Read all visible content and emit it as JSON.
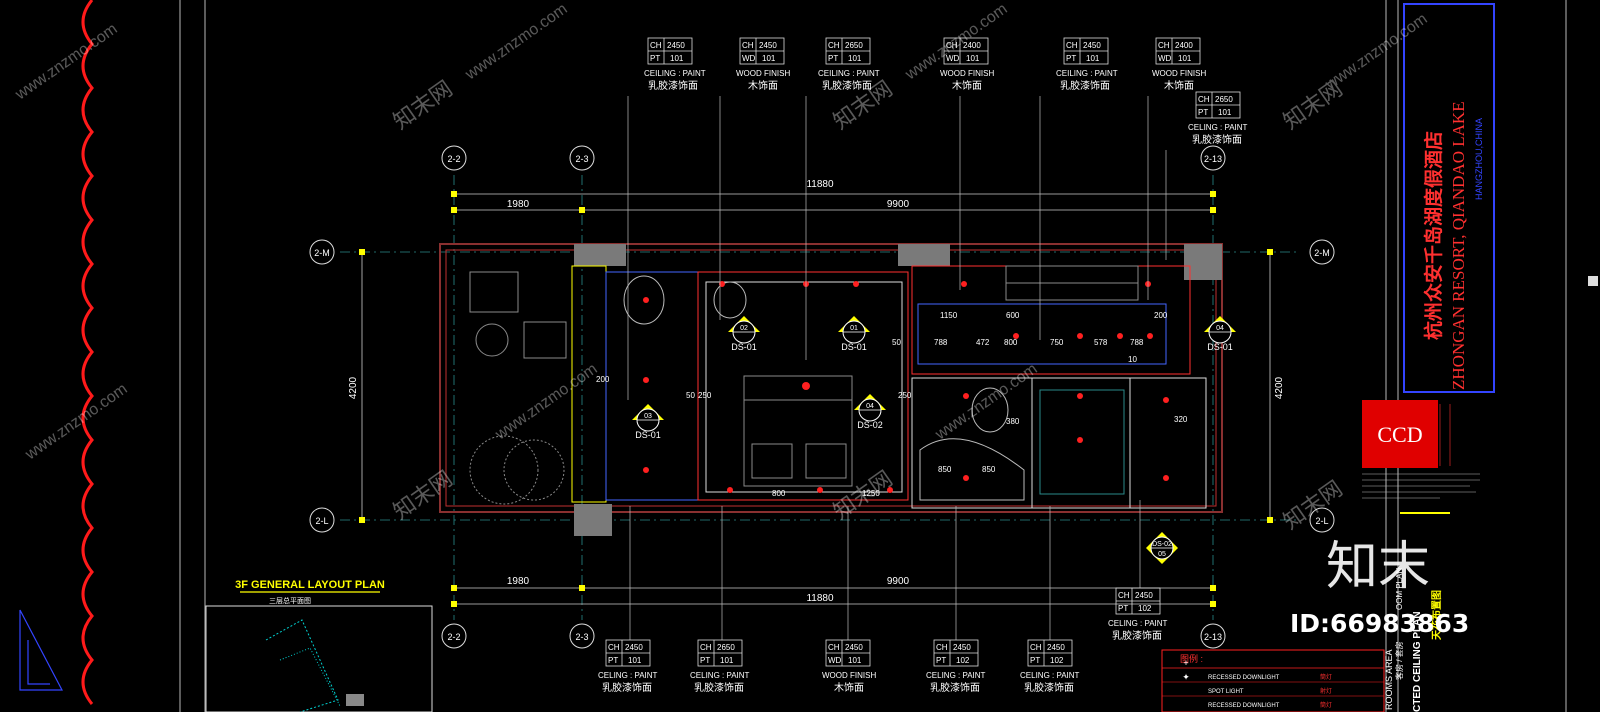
{
  "drawing": {
    "plan_title": "3F GENERAL LAYOUT PLAN",
    "plan_subtitle": "三层总平面图",
    "dims": {
      "overall": "11880",
      "left_bay": "1980",
      "right_bay": "9900",
      "height": "4200"
    },
    "grid": {
      "g22": "2-2",
      "g23": "2-3",
      "g213": "2-13",
      "gM": "2-M",
      "gL": "2-L"
    },
    "ceiling_tags": [
      {
        "ch": "CH",
        "chv": "2450",
        "pt": "PT",
        "ptv": "101",
        "en": "CEILING : PAINT",
        "cn": "乳胶漆饰面"
      },
      {
        "ch": "CH",
        "chv": "2450",
        "pt": "WD",
        "ptv": "101",
        "en": "WOOD FINISH",
        "cn": "木饰面"
      },
      {
        "ch": "CH",
        "chv": "2650",
        "pt": "PT",
        "ptv": "101",
        "en": "CEILING : PAINT",
        "cn": "乳胶漆饰面"
      },
      {
        "ch": "CH",
        "chv": "2400",
        "pt": "WD",
        "ptv": "101",
        "en": "WOOD FINISH",
        "cn": "木饰面"
      },
      {
        "ch": "CH",
        "chv": "2450",
        "pt": "PT",
        "ptv": "101",
        "en": "CEILING : PAINT",
        "cn": "乳胶漆饰面"
      },
      {
        "ch": "CH",
        "chv": "2400",
        "pt": "WD",
        "ptv": "101",
        "en": "WOOD FINISH",
        "cn": "木饰面"
      },
      {
        "ch": "CH",
        "chv": "2650",
        "pt": "PT",
        "ptv": "101",
        "en": "CELING : PAINT",
        "cn": "乳胶漆饰面"
      }
    ],
    "ceiling_tags_bottom": [
      {
        "ch": "CH",
        "chv": "2450",
        "pt": "PT",
        "ptv": "101",
        "en": "CELING : PAINT",
        "cn": "乳胶漆饰面"
      },
      {
        "ch": "CH",
        "chv": "2650",
        "pt": "PT",
        "ptv": "101",
        "en": "CELING : PAINT",
        "cn": "乳胶漆饰面"
      },
      {
        "ch": "CH",
        "chv": "2450",
        "pt": "WD",
        "ptv": "101",
        "en": "WOOD FINISH",
        "cn": "木饰面"
      },
      {
        "ch": "CH",
        "chv": "2450",
        "pt": "PT",
        "ptv": "102",
        "en": "CELING : PAINT",
        "cn": "乳胶漆饰面"
      },
      {
        "ch": "CH",
        "chv": "2450",
        "pt": "PT",
        "ptv": "102",
        "en": "CELING : PAINT",
        "cn": "乳胶漆饰面"
      },
      {
        "ch": "CH",
        "chv": "2450",
        "pt": "PT",
        "ptv": "102",
        "en": "CELING : PAINT",
        "cn": "乳胶漆饰面"
      }
    ],
    "section_marks": {
      "ds01": "DS-01",
      "ds02": "DS-02",
      "n01": "01",
      "n02": "02",
      "n03": "03",
      "n04": "04",
      "n05": "05"
    },
    "inner_dims": {
      "d1150": "1150",
      "d600": "600",
      "d788": "788",
      "d472": "472",
      "d800": "800",
      "d750": "750",
      "d578": "578",
      "d200": "200",
      "d380": "380",
      "d320": "320",
      "d850": "850",
      "d1250": "1250",
      "d50": "50",
      "d250": "250",
      "d10": "10"
    },
    "legend": {
      "title": "图例 :",
      "rows": [
        {
          "label": "RECESSED DOWNLIGHT",
          "cn": "筒灯"
        },
        {
          "label": "SPOT LIGHT",
          "cn": "射灯"
        },
        {
          "label": "RECESSED DOWNLIGHT",
          "cn": "筒灯"
        }
      ]
    },
    "side_strip": {
      "rooms_area": "ROOMS AREA",
      "plan_label": "OOM PLAN",
      "ceiling_label": "CTED CEILING PLAN",
      "cn1": "天花布置图",
      "cn2": "客房 / 套房"
    },
    "title_block": {
      "cn": "杭州众安千岛湖度假酒店",
      "en": "ZHONGAN RESORT, QIANDAO LAKE",
      "city": "HANGZHOU,CHINA",
      "logo": "CCD"
    },
    "watermark": {
      "site": "www.znzmo.com",
      "cn": "知末网",
      "brand": "知末",
      "id": "ID:66983863"
    },
    "colors": {
      "bg": "#000000",
      "wall": "#7a2a2a",
      "yellow": "#ffff00",
      "cyan": "#00d0d0",
      "red": "#ff0000",
      "magenta": "#c000c0",
      "blue": "#3344ff",
      "column": "#888888"
    }
  }
}
